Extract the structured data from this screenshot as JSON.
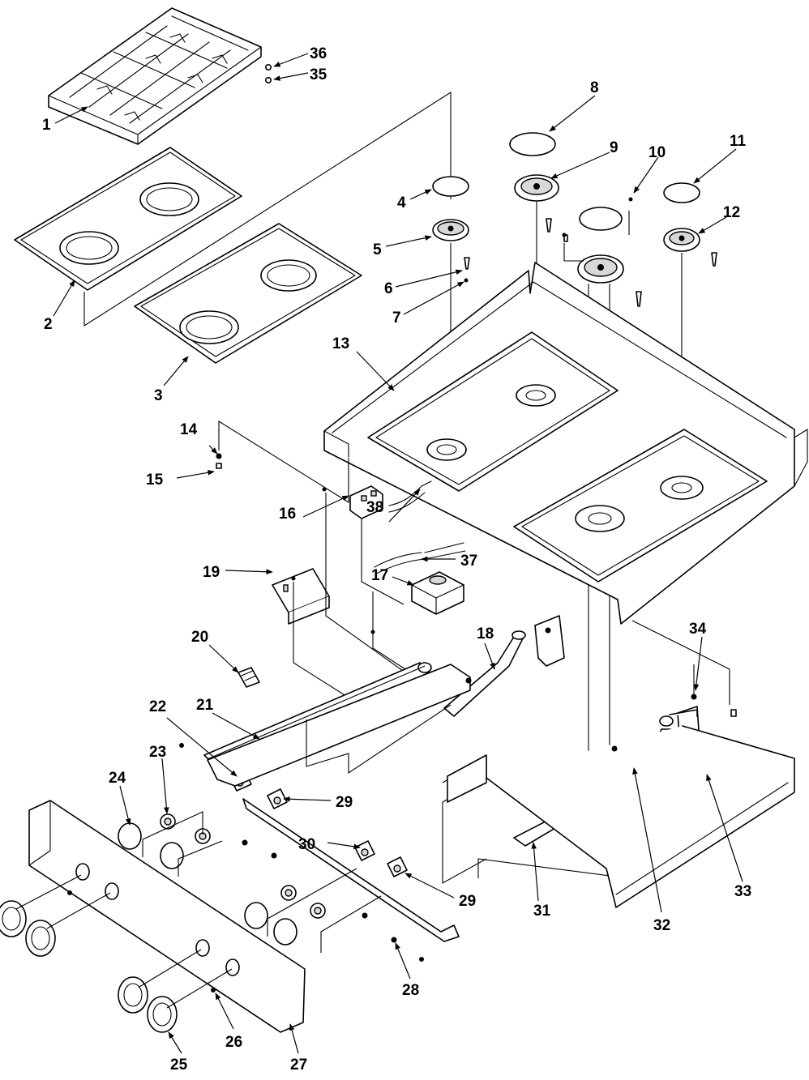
{
  "callouts": {
    "c1": "1",
    "c2": "2",
    "c3": "3",
    "c4": "4",
    "c5": "5",
    "c6": "6",
    "c7": "7",
    "c8": "8",
    "c9": "9",
    "c10": "10",
    "c11": "11",
    "c12": "12",
    "c13": "13",
    "c14": "14",
    "c15": "15",
    "c16": "16",
    "c17": "17",
    "c18": "18",
    "c19": "19",
    "c20": "20",
    "c21": "21",
    "c22": "22",
    "c23": "23",
    "c24": "24",
    "c25": "25",
    "c26": "26",
    "c27": "27",
    "c28": "28",
    "c29a": "29",
    "c29b": "29",
    "c30": "30",
    "c31": "31",
    "c32": "32",
    "c33": "33",
    "c34": "34",
    "c35": "35",
    "c36": "36",
    "c37": "37",
    "c38": "38"
  }
}
